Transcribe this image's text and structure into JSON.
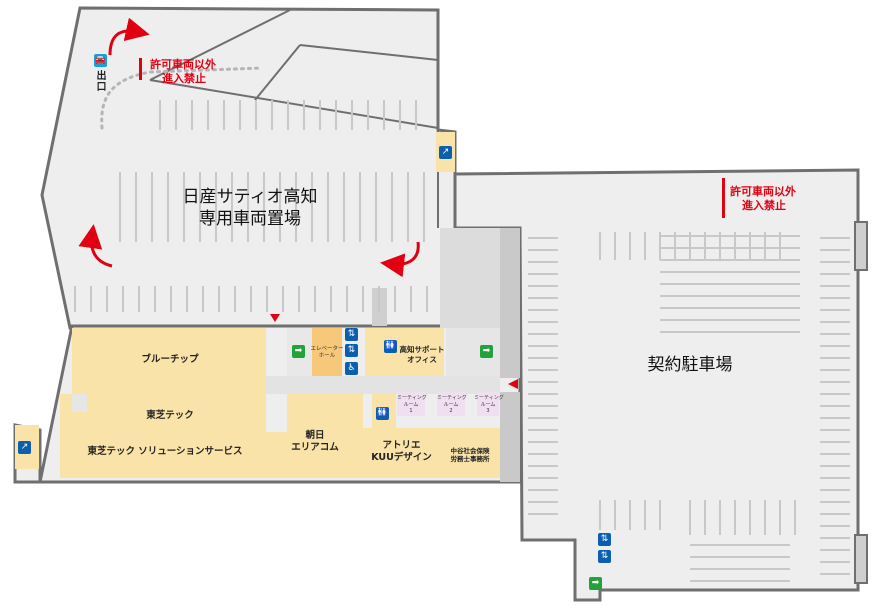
{
  "areas": {
    "nissan_parking": [
      "日産サティオ高知",
      "専用車両置場"
    ],
    "contract_parking": "契約駐車場",
    "blue_chip": "ブルーチップ",
    "toshiba_tec": "東芝テック",
    "toshiba_solution": "東芝テック ソリューションサービス",
    "asahi": [
      "朝日",
      "エリアコム"
    ],
    "atelier": [
      "アトリエ",
      "KUUデザイン"
    ],
    "kochi_support": [
      "高知サポート",
      "オフィス"
    ],
    "nakatani": [
      "中谷社会保険",
      "労務士事務所"
    ],
    "elevator_hall": [
      "エレベーター",
      "ホール"
    ],
    "meeting_rooms": [
      [
        "ミーティング",
        "ルーム",
        "1"
      ],
      [
        "ミーティング",
        "ルーム",
        "2"
      ],
      [
        "ミーティング",
        "ルーム",
        "3"
      ]
    ]
  },
  "signs": {
    "no_entry_1": [
      "許可車両以外",
      "進入禁止"
    ],
    "no_entry_2": [
      "許可車両以外",
      "進入禁止"
    ],
    "exit": "出口"
  },
  "icons": {
    "stairs": "stairs-icon",
    "elevator": "elevator-icon",
    "restroom": "restroom-icon",
    "emergency_exit": "emergency-exit-icon",
    "car": "car-icon",
    "wheelchair": "wheelchair-icon"
  },
  "colors": {
    "outline": "#6f6f6f",
    "floor_fill": "#eeeeee",
    "office_fill": "#fae3a9",
    "hall_fill": "#f7c77a",
    "corridor_fill": "#d8d8d8",
    "meeting_fill": "#efdff0",
    "arrow_red": "#e00012",
    "stall_line": "#c8c8c8"
  }
}
